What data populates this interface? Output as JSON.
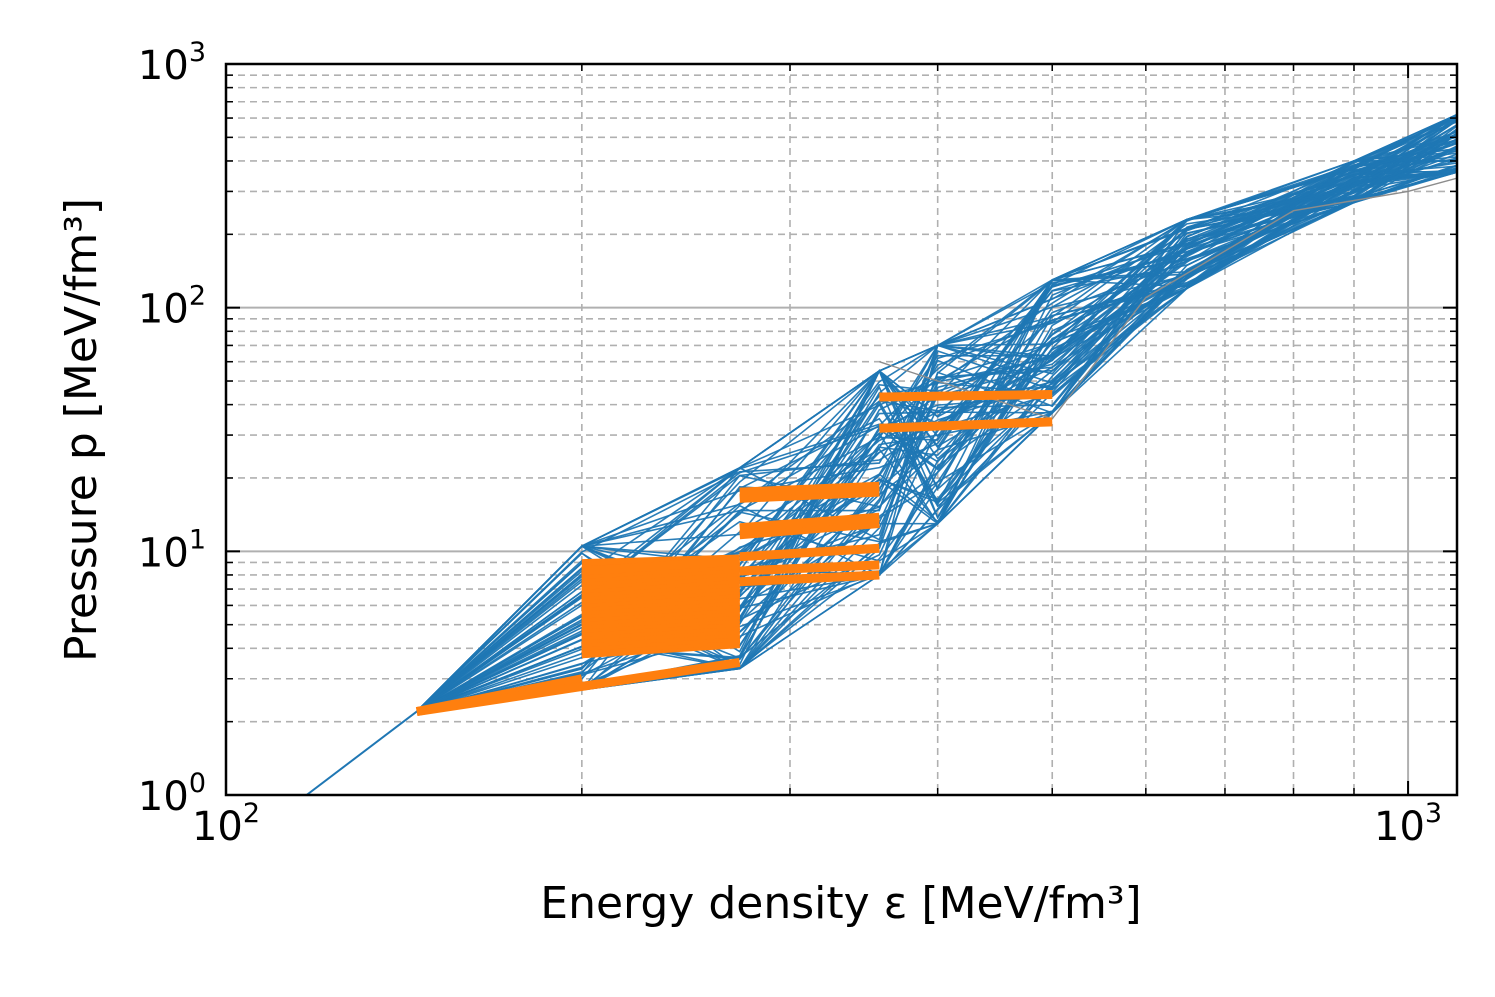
{
  "chart_data": {
    "type": "line",
    "title": "",
    "xlabel": "Energy density ε [MeV/fm³]",
    "ylabel": "Pressure p [MeV/fm³]",
    "x_scale": "log",
    "y_scale": "log",
    "xlim": [
      100,
      1100
    ],
    "ylim": [
      1,
      1000
    ],
    "grid": "major solid, minor dashed",
    "x_major_ticks": [
      {
        "value": 100,
        "base": "10",
        "exp": "2"
      },
      {
        "value": 1000,
        "base": "10",
        "exp": "3"
      }
    ],
    "y_major_ticks": [
      {
        "value": 1,
        "base": "10",
        "exp": "0"
      },
      {
        "value": 10,
        "base": "10",
        "exp": "1"
      },
      {
        "value": 100,
        "base": "10",
        "exp": "2"
      },
      {
        "value": 1000,
        "base": "10",
        "exp": "3"
      }
    ],
    "colors": {
      "ensemble": "#1f77b4",
      "segments": "#ff7f0e",
      "reference": "#8c8c8c"
    },
    "common_low_density_curve": {
      "x": [
        117,
        145
      ],
      "y": [
        1.0,
        2.2
      ]
    },
    "ensemble_envelope": {
      "x": [
        145,
        200,
        272,
        357,
        400,
        500,
        650,
        900,
        1100
      ],
      "y_low": [
        2.2,
        2.7,
        3.3,
        8.0,
        13,
        37,
        120,
        270,
        360
      ],
      "y_high": [
        2.2,
        10.5,
        22,
        55,
        70,
        130,
        230,
        400,
        620
      ]
    },
    "reference_curve": {
      "x": [
        357,
        500,
        600,
        800,
        1000,
        1100
      ],
      "y": [
        60,
        35,
        110,
        250,
        300,
        340
      ]
    },
    "transition_segments": [
      {
        "x": [
          145,
          200
        ],
        "y": [
          2.2,
          3.0
        ]
      },
      {
        "x": [
          145,
          272
        ],
        "y": [
          2.2,
          3.5
        ]
      },
      {
        "x": [
          200,
          272
        ],
        "y": [
          3.8,
          4.4
        ]
      },
      {
        "x": [
          200,
          272
        ],
        "y": [
          5.0,
          5.5
        ]
      },
      {
        "x": [
          200,
          272
        ],
        "y": [
          6.2,
          6.8
        ]
      },
      {
        "x": [
          200,
          272
        ],
        "y": [
          8.0,
          8.3
        ]
      },
      {
        "x": [
          200,
          272
        ],
        "y": [
          8.9,
          9.3
        ]
      },
      {
        "x": [
          272,
          357
        ],
        "y": [
          16.5,
          17.5
        ]
      },
      {
        "x": [
          272,
          357
        ],
        "y": [
          17.5,
          18.5
        ]
      },
      {
        "x": [
          272,
          357
        ],
        "y": [
          11.7,
          13.0
        ]
      },
      {
        "x": [
          272,
          357
        ],
        "y": [
          12.5,
          13.8
        ]
      },
      {
        "x": [
          272,
          357
        ],
        "y": [
          9.5,
          10.3
        ]
      },
      {
        "x": [
          272,
          357
        ],
        "y": [
          8.3,
          8.8
        ]
      },
      {
        "x": [
          272,
          357
        ],
        "y": [
          7.5,
          8.0
        ]
      },
      {
        "x": [
          357,
          500
        ],
        "y": [
          43,
          44
        ]
      },
      {
        "x": [
          357,
          500
        ],
        "y": [
          32,
          34
        ]
      }
    ]
  }
}
